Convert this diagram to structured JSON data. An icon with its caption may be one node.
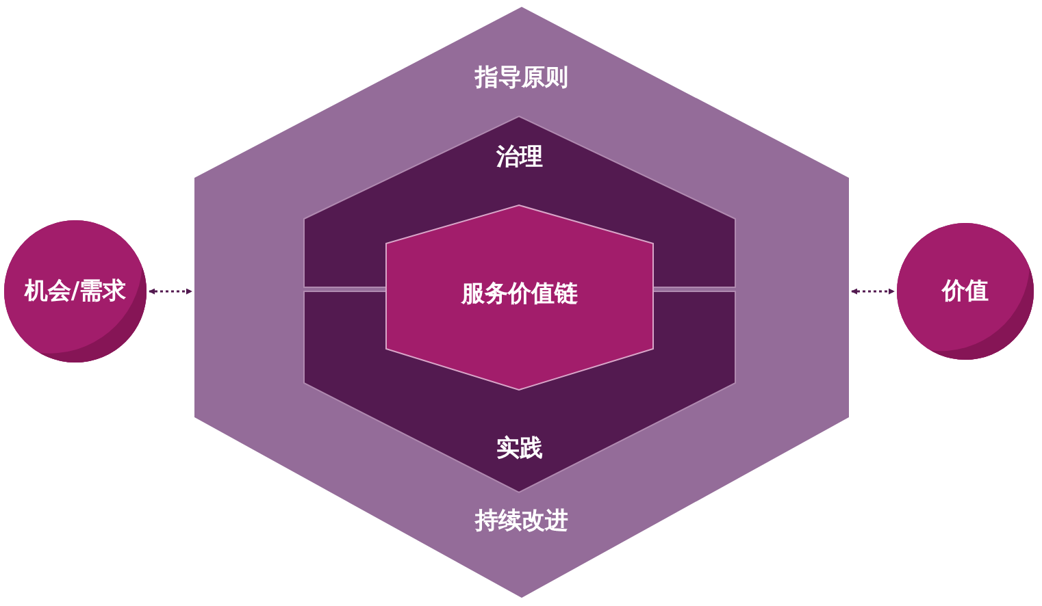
{
  "diagram": {
    "nodes": [
      {
        "text": [
          "指导原则",
          "持续改进"
        ]
      },
      {
        "text": [
          "治理"
        ],
        "in": 0
      },
      {
        "text": [
          "实践"
        ],
        "in": 0
      },
      {
        "text": [
          "服务价值链"
        ],
        "in": 0
      },
      {
        "text": [
          "机会/需求"
        ]
      },
      {
        "text": [
          "价值"
        ]
      }
    ],
    "edges": [
      {
        "from": 4,
        "to": 0,
        "arrow": "both",
        "style": "dashed"
      },
      {
        "from": 0,
        "to": 5,
        "arrow": "both",
        "style": "dashed"
      }
    ]
  }
}
